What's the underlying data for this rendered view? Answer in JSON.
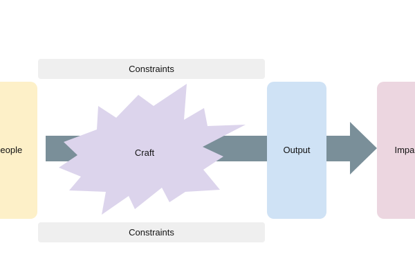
{
  "diagram": {
    "nodes": {
      "people": {
        "label": "People",
        "fill": "#fdf0c8"
      },
      "craft": {
        "label": "Craft",
        "fill": "#dcd4ec"
      },
      "output": {
        "label": "Output",
        "fill": "#cfe2f5"
      },
      "impact": {
        "label": "Impact",
        "fill": "#ecd6e0"
      }
    },
    "constraints": {
      "top": {
        "label": "Constraints",
        "fill": "#efefef"
      },
      "bottom": {
        "label": "Constraints",
        "fill": "#efefef"
      }
    },
    "arrow_color": "#7a8f99"
  }
}
